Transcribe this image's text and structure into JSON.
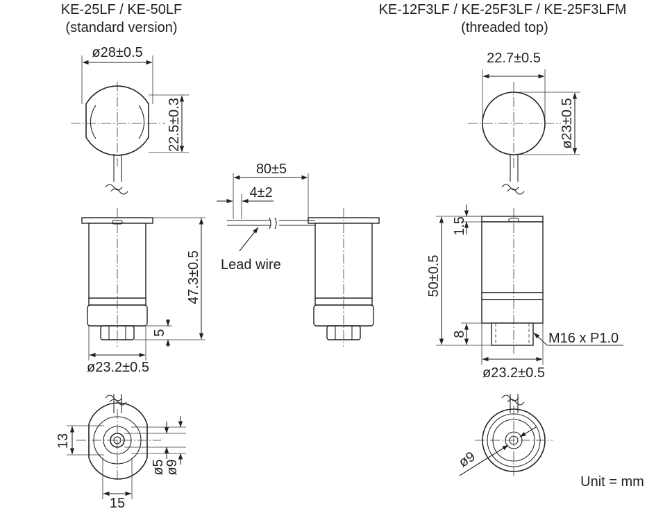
{
  "titles": {
    "left_model": "KE-25LF / KE-50LF",
    "left_version": "(standard version)",
    "right_model": "KE-12F3LF / KE-25F3LF / KE-25F3LFM",
    "right_version": "(threaded top)"
  },
  "dimensions": {
    "left_head_diameter": "ø28±0.5",
    "left_head_height": "22.5±0.3",
    "left_body_length": "47.3±0.5",
    "left_nut_height": "5",
    "left_body_diameter": "ø23.2±0.5",
    "left_bottom_height": "13",
    "left_bottom_d5": "ø5",
    "left_bottom_d9": "ø9",
    "left_bottom_width": "15",
    "wire_length": "80±5",
    "wire_strip": "4±2",
    "lead_wire_label": "Lead wire",
    "right_head_width": "22.7±0.5",
    "right_head_diameter": "ø23±0.5",
    "right_flange": "1.5",
    "right_body_length": "50±0.5",
    "right_thread_length": "8",
    "right_thread_spec": "M16 x P1.0",
    "right_body_diameter": "ø23.2±0.5",
    "right_bottom_d9": "ø9"
  },
  "unit_label": "Unit = mm"
}
